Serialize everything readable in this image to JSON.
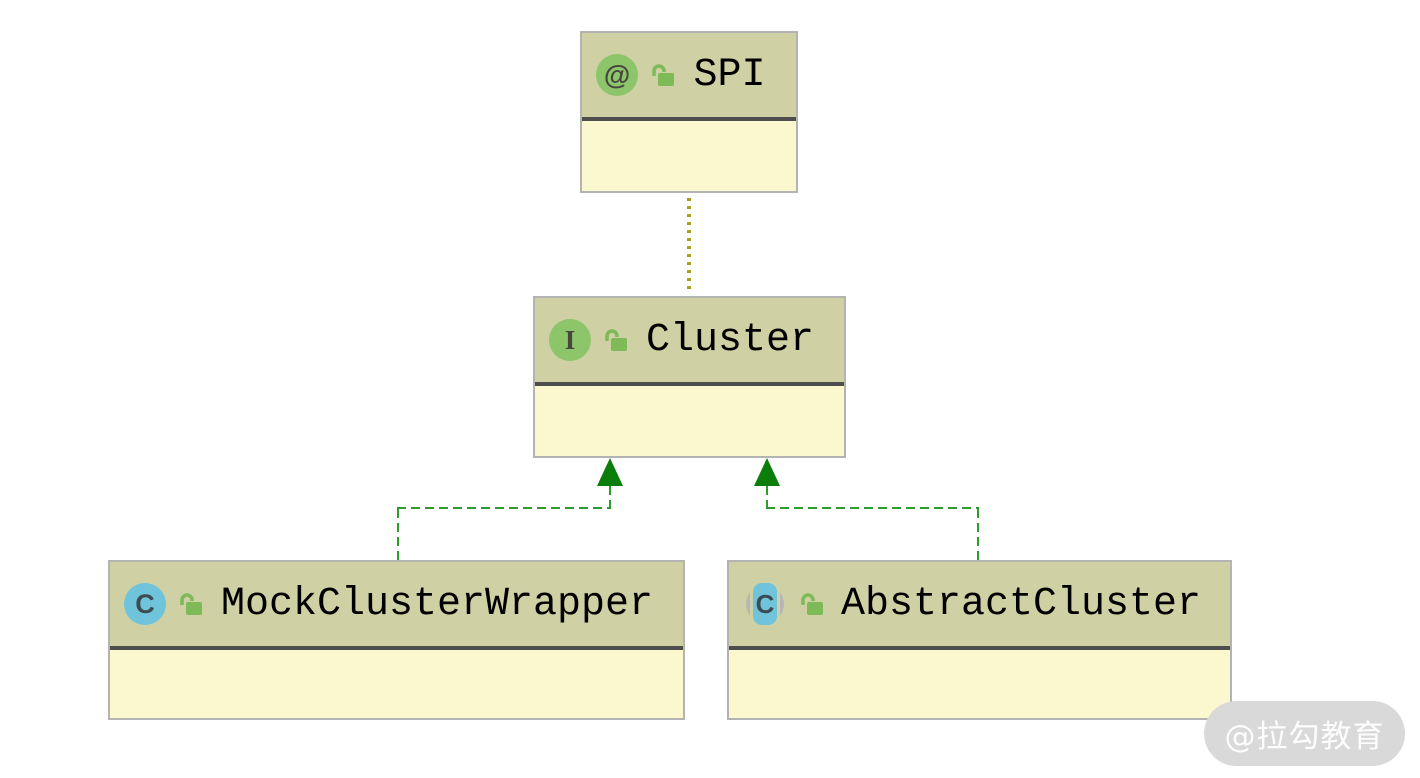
{
  "diagram_type": "uml-class-diagram",
  "nodes": {
    "spi": {
      "label": "SPI",
      "stereotype": "annotation",
      "type_glyph": "@",
      "visibility": "public"
    },
    "cluster": {
      "label": "Cluster",
      "stereotype": "interface",
      "type_glyph": "I",
      "visibility": "public"
    },
    "mock_cluster_wrapper": {
      "label": "MockClusterWrapper",
      "stereotype": "class",
      "type_glyph": "C",
      "visibility": "public"
    },
    "abstract_cluster": {
      "label": "AbstractCluster",
      "stereotype": "abstract-class",
      "type_glyph": "C",
      "visibility": "public"
    }
  },
  "edges": [
    {
      "from": "Cluster",
      "to": "SPI",
      "relation": "annotated-with",
      "line_style": "dotted",
      "color": "#a3a023"
    },
    {
      "from": "MockClusterWrapper",
      "to": "Cluster",
      "relation": "implements",
      "line_style": "dashed",
      "arrowhead": "filled-triangle",
      "color": "#2e9d2e"
    },
    {
      "from": "AbstractCluster",
      "to": "Cluster",
      "relation": "implements",
      "line_style": "dashed",
      "arrowhead": "filled-triangle",
      "color": "#2e9d2e"
    }
  ],
  "watermark": {
    "text": "@拉勾教育"
  },
  "colors": {
    "node_header": "#cfd0a3",
    "node_body": "#fbf8d0",
    "node_border": "#b3b3b3",
    "header_separator": "#4d4d4d",
    "interface_annotation_icon": "#8cc56a",
    "class_icon": "#6fc3da",
    "lock_icon": "#7fba58",
    "dashed_edge": "#2e9d2e",
    "arrowhead": "#0a7d0a",
    "dotted_edge": "#a3a023",
    "watermark_bg": "#d9d9d9",
    "watermark_text": "#ffffff"
  }
}
